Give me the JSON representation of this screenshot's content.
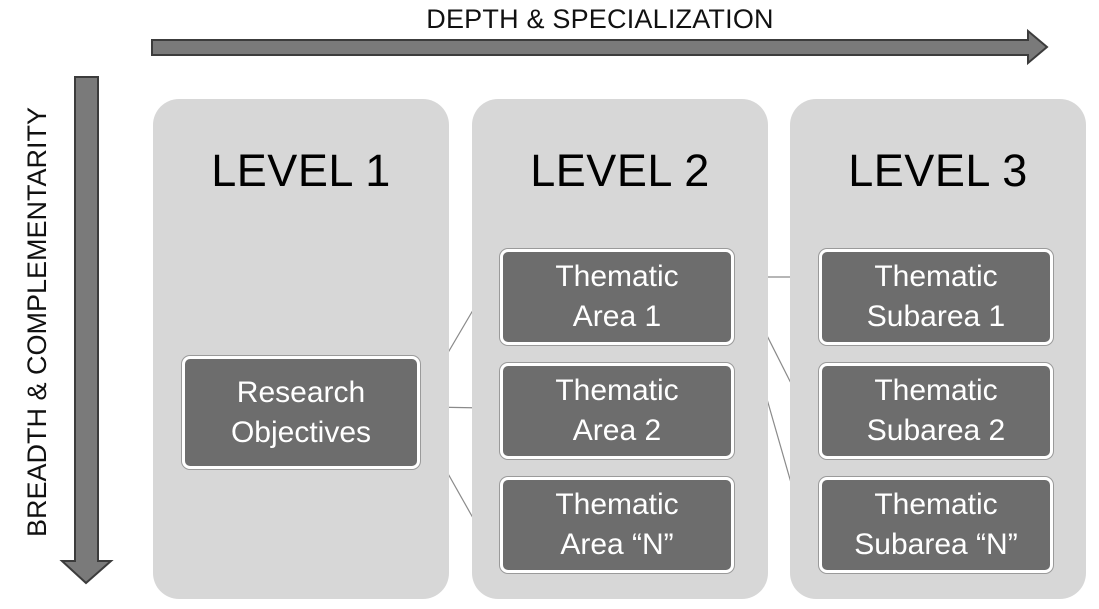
{
  "axes": {
    "horizontal_label": "DEPTH & SPECIALIZATION",
    "vertical_label": "BREADTH & COMPLEMENTARITY"
  },
  "levels": [
    {
      "title": "LEVEL 1",
      "nodes": [
        {
          "line1": "Research",
          "line2": "Objectives"
        }
      ]
    },
    {
      "title": "LEVEL 2",
      "nodes": [
        {
          "line1": "Thematic",
          "line2": "Area 1"
        },
        {
          "line1": "Thematic",
          "line2": "Area 2"
        },
        {
          "line1": "Thematic",
          "line2": "Area “N”"
        }
      ]
    },
    {
      "title": "LEVEL 3",
      "nodes": [
        {
          "line1": "Thematic",
          "line2": "Subarea 1"
        },
        {
          "line1": "Thematic",
          "line2": "Subarea 2"
        },
        {
          "line1": "Thematic",
          "line2": "Subarea “N”"
        }
      ]
    }
  ],
  "colors": {
    "panel": "#d7d7d7",
    "node": "#6d6d6d",
    "axis_arrow": "#7a7a7a",
    "connector": "#8a8a8a"
  }
}
